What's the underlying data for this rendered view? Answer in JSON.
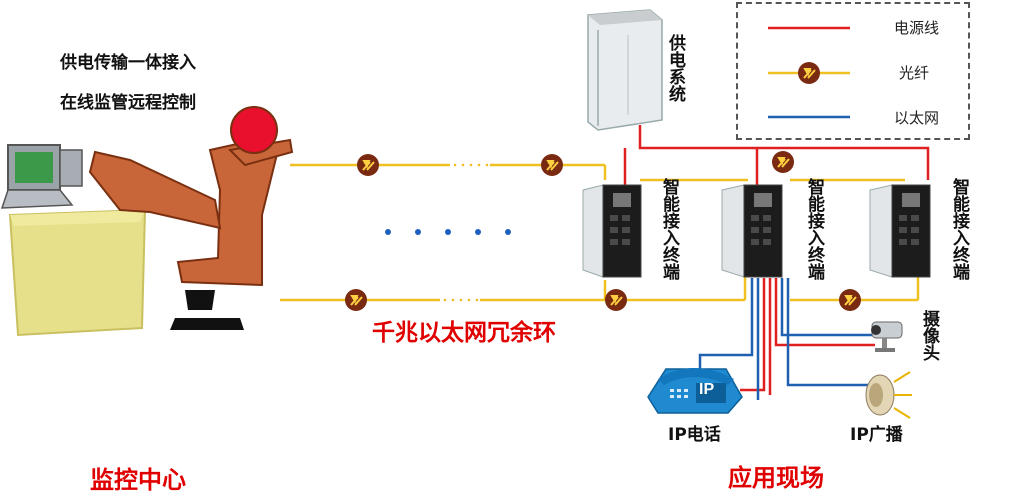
{
  "header": {
    "line1": "供电传输一体接入",
    "line2": "在线监管远程控制"
  },
  "labels": {
    "monitor_center": "监控中心",
    "application_site": "应用现场",
    "ring": "千兆以太网冗余环",
    "power_system": "供电系统",
    "terminal_1": "智能接入终端",
    "terminal_2": "智能接入终端",
    "terminal_3": "智能接入终端",
    "camera": "摄像头",
    "ip_phone": "IP电话",
    "ip_broadcast": "IP广播",
    "ip_phone_badge": "IP"
  },
  "legend": {
    "power_line": "电源线",
    "fiber": "光纤",
    "ethernet": "以太网"
  },
  "colors": {
    "power": "#e02020",
    "fiber": "#f0c020",
    "ethernet": "#2060b0",
    "accent_red": "#e00000"
  }
}
